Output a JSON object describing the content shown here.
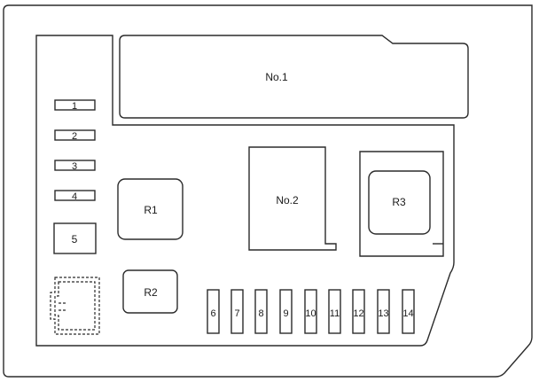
{
  "components": {
    "relay_block_no1": "No.1",
    "relay_block_no2": "No.2",
    "relay_r1": "R1",
    "relay_r2": "R2",
    "relay_r3": "R3",
    "fuse_1": "1",
    "fuse_2": "2",
    "fuse_3": "3",
    "fuse_4": "4",
    "fuse_5": "5",
    "mini_fuses": [
      "6",
      "7",
      "8",
      "9",
      "10",
      "11",
      "12",
      "13",
      "14"
    ]
  }
}
